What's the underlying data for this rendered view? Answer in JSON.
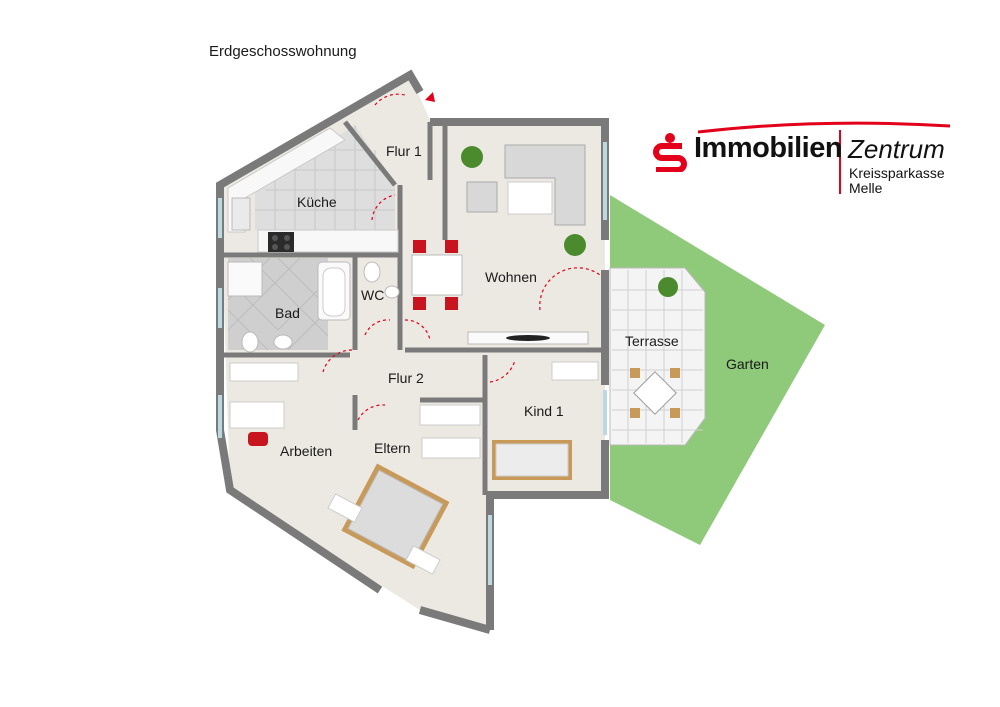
{
  "title": "Erdgeschosswohnung",
  "brand": {
    "name": "Immobilien",
    "name_italic": "Zentrum",
    "line1": "Kreissparkasse",
    "line2": "Melle",
    "accent": "#e2001a",
    "logo_icon": "sparkasse-s-icon"
  },
  "rooms": {
    "flur1": "Flur 1",
    "kueche": "Küche",
    "wohnen": "Wohnen",
    "bad": "Bad",
    "wc": "WC",
    "flur2": "Flur 2",
    "kind1": "Kind 1",
    "arbeiten": "Arbeiten",
    "eltern": "Eltern",
    "terrasse": "Terrasse",
    "garten": "Garten"
  },
  "colors": {
    "wall": "#7a7a7a",
    "floor": "#ece9e2",
    "tile": "#dcdcdc",
    "garden": "#8fc97a",
    "accent": "#e2001a"
  }
}
